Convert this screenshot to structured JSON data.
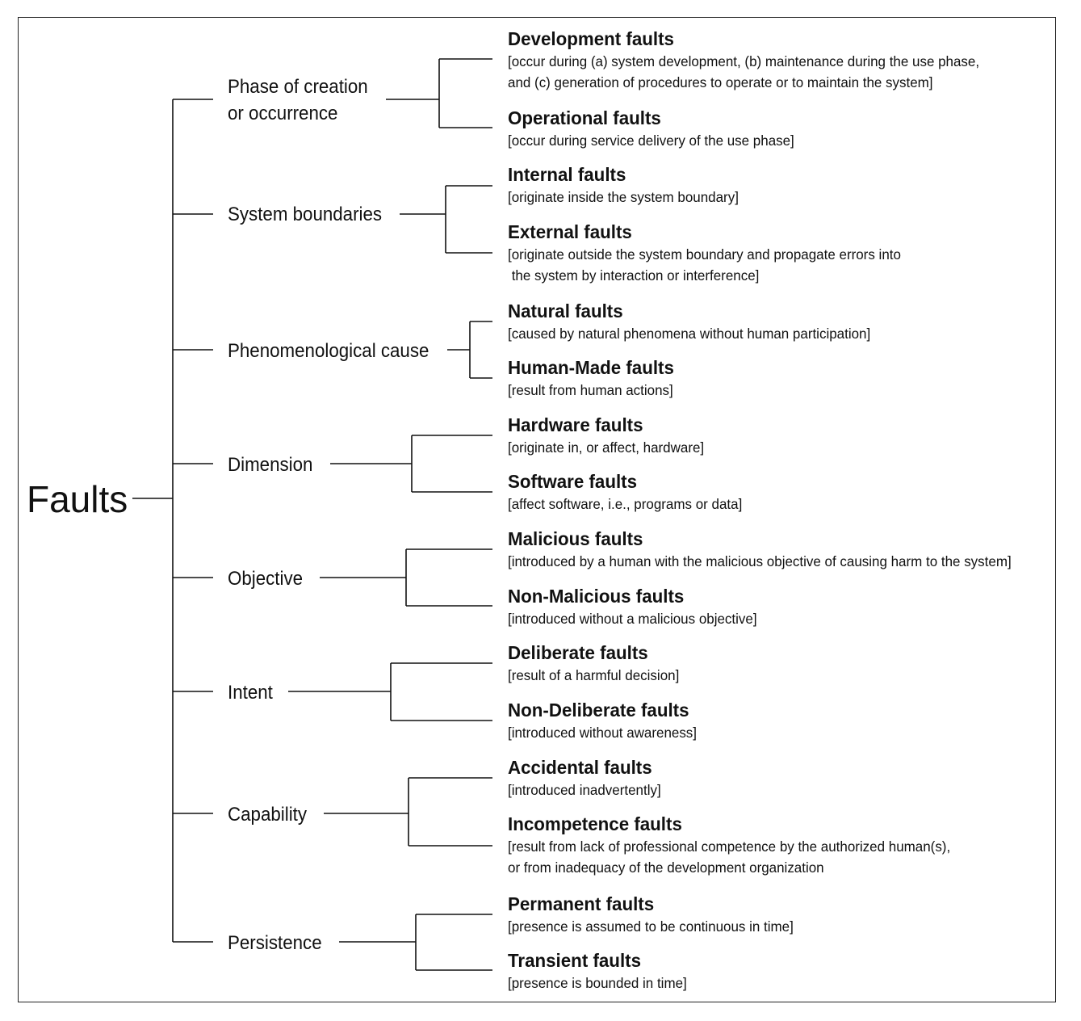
{
  "root": "Faults",
  "groups": [
    {
      "label": "Phase of creation\nor occurrence",
      "leaves": [
        {
          "title": "Development faults",
          "desc": "[occur during (a) system development, (b) maintenance during the use phase,\nand (c) generation of procedures to operate or to maintain the system]"
        },
        {
          "title": "Operational faults",
          "desc": "[occur during service delivery of the use phase]"
        }
      ]
    },
    {
      "label": "System boundaries",
      "leaves": [
        {
          "title": "Internal faults",
          "desc": "[originate inside the system boundary]"
        },
        {
          "title": "External faults",
          "desc": "[originate outside the system boundary and propagate errors into\n the system by interaction or interference]"
        }
      ]
    },
    {
      "label": "Phenomenological cause",
      "leaves": [
        {
          "title": "Natural faults",
          "desc": "[caused by natural phenomena without human participation]"
        },
        {
          "title": "Human-Made faults",
          "desc": "[result from human actions]"
        }
      ]
    },
    {
      "label": "Dimension",
      "leaves": [
        {
          "title": "Hardware faults",
          "desc": "[originate in, or affect, hardware]"
        },
        {
          "title": "Software faults",
          "desc": "[affect software, i.e., programs or data]"
        }
      ]
    },
    {
      "label": "Objective",
      "leaves": [
        {
          "title": "Malicious faults",
          "desc": "[introduced by a human with the malicious objective of causing harm to the system]"
        },
        {
          "title": "Non-Malicious faults",
          "desc": "[introduced without a malicious objective]"
        }
      ]
    },
    {
      "label": "Intent",
      "leaves": [
        {
          "title": "Deliberate faults",
          "desc": "[result of a harmful decision]"
        },
        {
          "title": "Non-Deliberate faults",
          "desc": "[introduced without awareness]"
        }
      ]
    },
    {
      "label": "Capability",
      "leaves": [
        {
          "title": "Accidental faults",
          "desc": "[introduced inadvertently]"
        },
        {
          "title": "Incompetence faults",
          "desc": "[result from lack of professional competence by the authorized human(s),\nor from inadequacy of the development organization"
        }
      ]
    },
    {
      "label": "Persistence",
      "leaves": [
        {
          "title": "Permanent faults",
          "desc": "[presence is assumed to be continuous in time]"
        },
        {
          "title": "Transient faults",
          "desc": "[presence is bounded in time]"
        }
      ]
    }
  ]
}
